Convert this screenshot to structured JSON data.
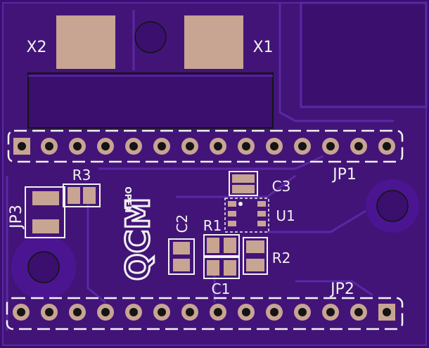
{
  "board": {
    "colors": {
      "substrate": "#3a0f6e",
      "board_edge": "#4b1592",
      "copper_trace": "#4a1a88",
      "trace_highlight": "#5a28a4",
      "silkscreen": "#f2f2f2",
      "pad_finish": "#c8a493",
      "through_hole": "#141414",
      "hole_dark": "#2a0a55"
    },
    "labels": {
      "x2": "X2",
      "x1": "X1",
      "jp1": "JP1",
      "jp2": "JP2",
      "jp3": "JP3",
      "r1": "R1",
      "r2": "R2",
      "r3": "R3",
      "c1": "C1",
      "c2": "C2",
      "c3": "C3",
      "u1": "U1",
      "logo_main": "QCM",
      "logo_small": "OPEN"
    }
  }
}
